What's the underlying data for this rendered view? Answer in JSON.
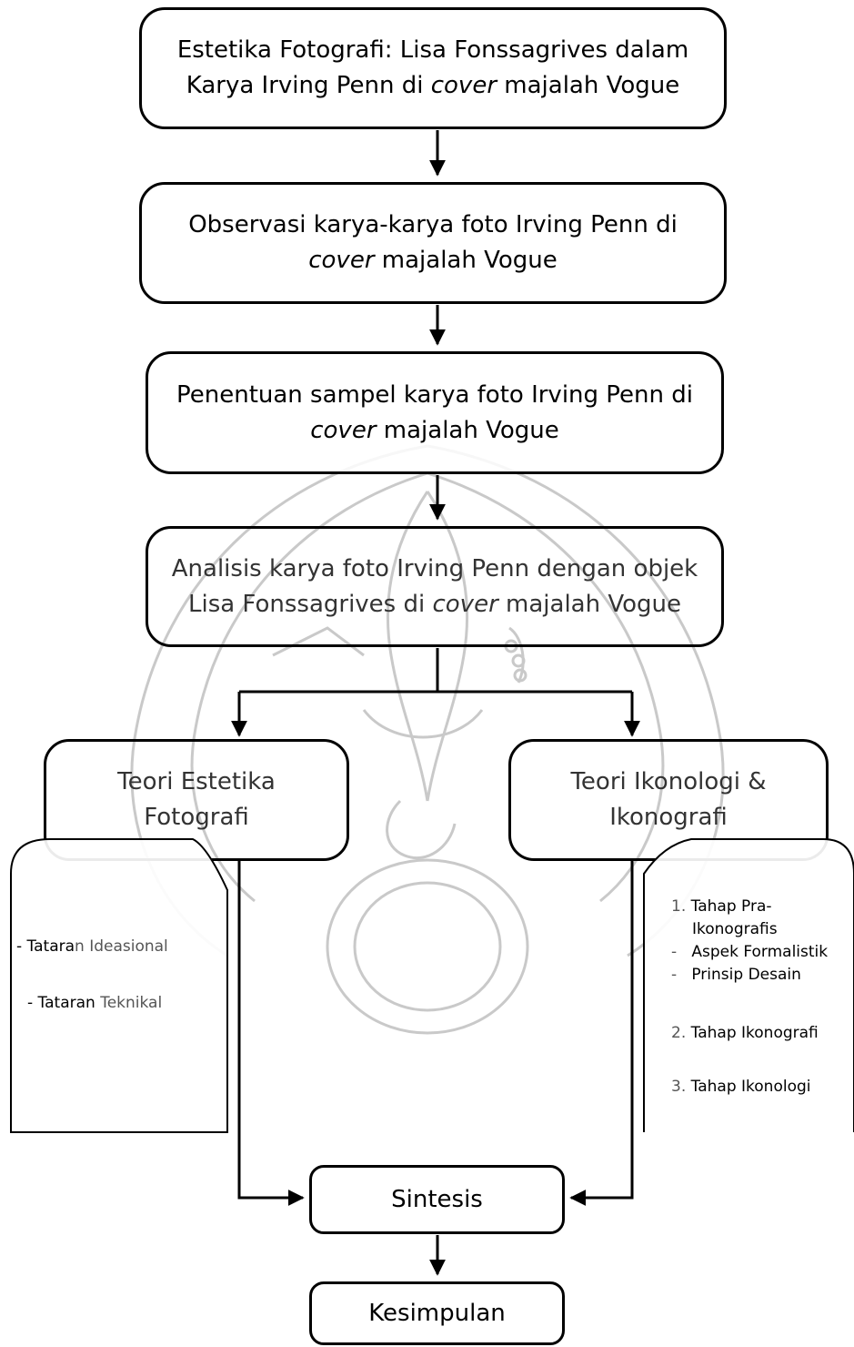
{
  "boxes": {
    "b1": {
      "line1": "Estetika Fotografi: Lisa Fonssagrives dalam",
      "line2_pre": "Karya Irving Penn di ",
      "line2_em": "cover",
      "line2_post": " majalah Vogue"
    },
    "b2": {
      "line1": "Observasi karya-karya foto Irving Penn di",
      "line2_em": "cover",
      "line2_post": " majalah Vogue"
    },
    "b3": {
      "line1": "Penentuan sampel karya foto Irving Penn di",
      "line2_em": "cover",
      "line2_post": " majalah Vogue"
    },
    "b4": {
      "line1": "Analisis karya foto Irving Penn dengan objek",
      "line2_pre": "Lisa Fonssagrives di ",
      "line2_em": "cover",
      "line2_post": " majalah Vogue"
    },
    "left_theory": {
      "line1": "Teori Estetika",
      "line2": "Fotografi"
    },
    "right_theory": {
      "line1": "Teori Ikonologi &",
      "line2": "Ikonografi"
    },
    "sintesis": "Sintesis",
    "kesimpulan": "Kesimpulan"
  },
  "left_list": [
    {
      "prefix": "- Tatara",
      "suffix": "n Ideasional"
    },
    {
      "prefix": "- Tataran ",
      "suffix": "Teknikal"
    }
  ],
  "right_list": {
    "i1_num": "1.",
    "i1_text": "Tahap Pra-",
    "i1_cont": "Ikonografis",
    "sub1": "Aspek Formalistik",
    "sub2": "Prinsip Desain",
    "i2_num": "2.",
    "i2_text": "Tahap Ikonografi",
    "i3_num": "3.",
    "i3_text": "Tahap Ikonologi",
    "dash": "-"
  },
  "colors": {
    "stroke": "#000000",
    "watermark": "#c9c9c9",
    "muted_text": "#555555"
  }
}
